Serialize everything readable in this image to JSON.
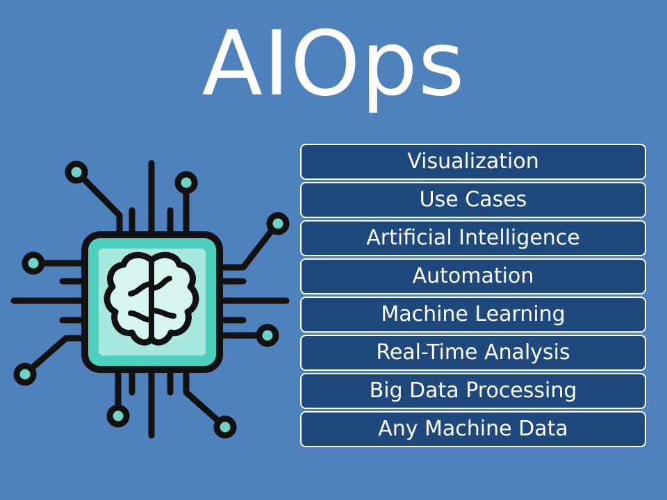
{
  "title": "AIOps",
  "icon": "ai-chip-brain-icon",
  "colors": {
    "background": "#4f81bd",
    "box_fill": "#1f497d",
    "box_border": "#ffffff",
    "chip_fill": "#4dd0c0",
    "chip_inner": "#a7e8df",
    "brain_fill": "#d7f5f0",
    "outline": "#111111"
  },
  "layers": [
    "Visualization",
    "Use Cases",
    "Artificial Intelligence",
    "Automation",
    "Machine Learning",
    "Real-Time Analysis",
    "Big Data Processing",
    "Any Machine Data"
  ]
}
